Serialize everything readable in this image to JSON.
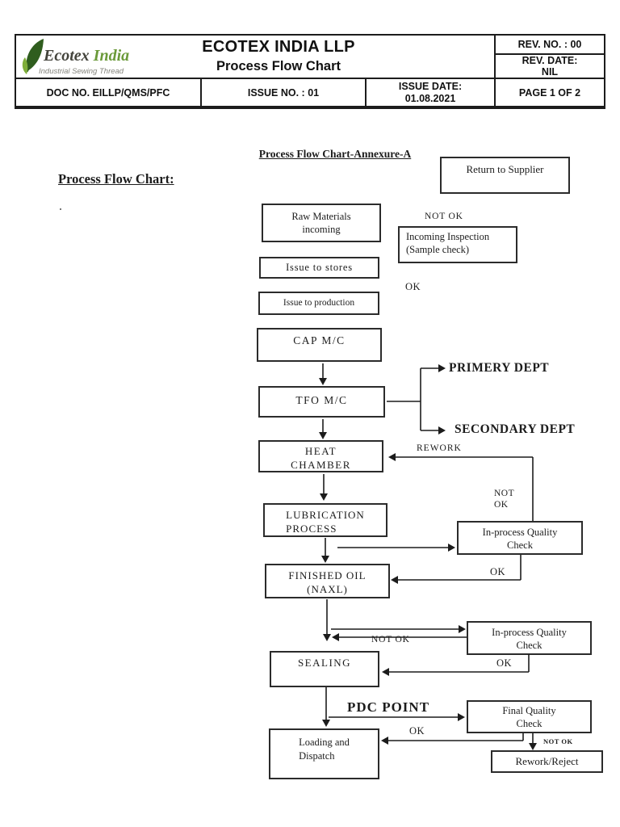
{
  "header": {
    "logo": {
      "name_primary": "Ecotex",
      "name_secondary": "India",
      "tagline": "Industrial Sewing Thread",
      "leaf_dark_color": "#2f5d1e",
      "leaf_light_color": "#7fae3a",
      "brand_green": "#6b9a3a"
    },
    "company": "ECOTEX INDIA LLP",
    "doc_title": "Process Flow Chart",
    "rev_no": "REV. NO. : 00",
    "rev_date_label": "REV. DATE:",
    "rev_date_value": "NIL",
    "doc_no": "DOC NO. EILLP/QMS/PFC",
    "issue_no": "ISSUE NO. : 01",
    "issue_date_label": "ISSUE DATE:",
    "issue_date_value": "01.08.2021",
    "page": "PAGE 1 OF 2"
  },
  "chart": {
    "annexure_title": "Process Flow Chart-Annexure-A",
    "section_heading": "Process Flow Chart:",
    "boxes": {
      "return_supplier": "Return to Supplier",
      "raw_materials": {
        "line1": "Raw Materials",
        "line2": "incoming"
      },
      "incoming_inspection": {
        "line1": "Incoming Inspection",
        "line2": "(Sample check)"
      },
      "issue_stores": "Issue to stores",
      "issue_production": "Issue to production",
      "cap_mc": "CAP M/C",
      "tfo_mc": "TFO M/C",
      "heat_chamber": {
        "line1": "HEAT",
        "line2": "CHAMBER"
      },
      "lubrication": {
        "line1": "LUBRICATION",
        "line2": "PROCESS"
      },
      "finished_oil": {
        "line1": "FINISHED OIL",
        "line2": "(NAXL)"
      },
      "qc1": {
        "line1": "In-process Quality",
        "line2": "Check"
      },
      "qc2": {
        "line1": "In-process Quality",
        "line2": "Check"
      },
      "sealing": "SEALING",
      "final_qc": {
        "line1": "Final Quality",
        "line2": "Check"
      },
      "loading": {
        "line1": "Loading and",
        "line2": "Dispatch"
      },
      "rework_reject": "Rework/Reject"
    },
    "labels": {
      "not_ok_1": "NOT OK",
      "ok_1": "OK",
      "primery_dept": "PRIMERY DEPT",
      "secondary_dept": "SECONDARY DEPT",
      "rework": "REWORK",
      "not_ok_stack": {
        "line1": "NOT",
        "line2": "OK"
      },
      "ok_2": "OK",
      "not_ok_3": "NOT OK",
      "ok_3": "OK",
      "pdc_point": "PDC POINT",
      "ok_4": "OK",
      "not_ok_small": "NOT OK"
    }
  }
}
